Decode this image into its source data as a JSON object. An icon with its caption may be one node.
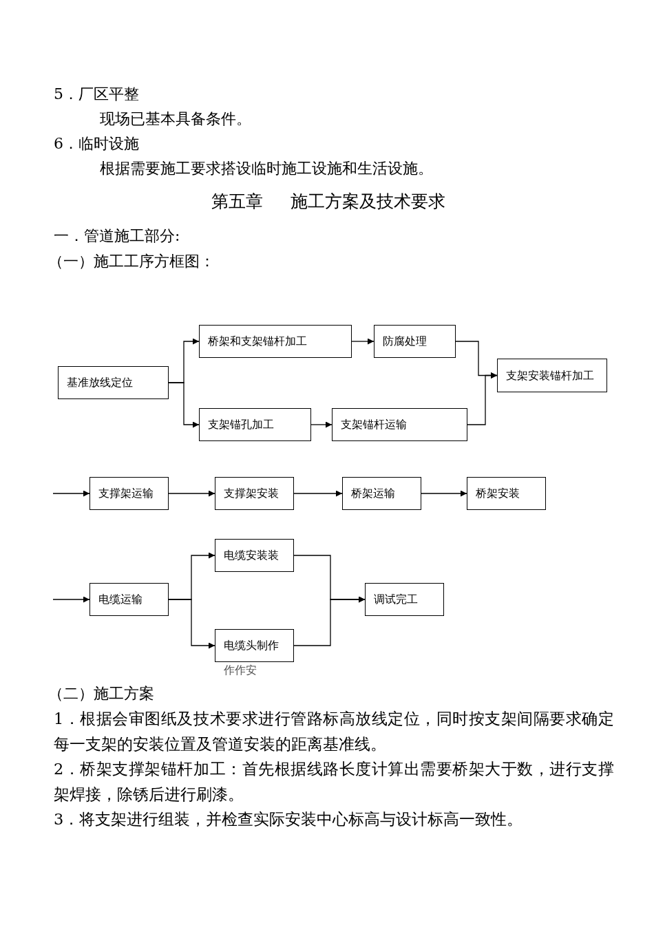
{
  "diagram": {
    "title": "第五章 施工方案及技术要求",
    "nodes": [
      {
        "text": [
          "基准放线定位"
        ]
      },
      {
        "text": [
          "桥架和支架锚杆加工"
        ]
      },
      {
        "text": [
          "防腐处理"
        ]
      },
      {
        "text": [
          "支架锚孔加工"
        ]
      },
      {
        "text": [
          "支架锚杆运输"
        ]
      },
      {
        "text": [
          "支架安装锚杆加工"
        ]
      },
      {
        "text": [
          "支撑架运输"
        ]
      },
      {
        "text": [
          "支撑架安装"
        ]
      },
      {
        "text": [
          "桥架运输"
        ]
      },
      {
        "text": [
          "桥架安装"
        ]
      },
      {
        "text": [
          "电缆运输"
        ]
      },
      {
        "text": [
          "电缆安装装"
        ]
      },
      {
        "text": [
          "电缆头制作"
        ],
        "beside": [
          "作作安"
        ]
      },
      {
        "text": [
          "调试完工"
        ]
      }
    ],
    "edges": [
      {
        "from": 0,
        "to": 1,
        "arrow": "to"
      },
      {
        "from": 0,
        "to": 3,
        "arrow": "to"
      },
      {
        "from": 1,
        "to": 2,
        "arrow": "to"
      },
      {
        "from": 3,
        "to": 4,
        "arrow": "to"
      },
      {
        "from": 2,
        "to": 5,
        "arrow": "to"
      },
      {
        "from": 4,
        "to": 5,
        "arrow": "to"
      },
      {
        "from": null,
        "to": 6,
        "arrow": "to"
      },
      {
        "from": 6,
        "to": 7,
        "arrow": "to"
      },
      {
        "from": 7,
        "to": 8,
        "arrow": "to"
      },
      {
        "from": 8,
        "to": 9,
        "arrow": "to"
      },
      {
        "from": null,
        "to": 10,
        "arrow": "to"
      },
      {
        "from": 10,
        "to": 11,
        "arrow": "to"
      },
      {
        "from": 10,
        "to": 12,
        "arrow": "to"
      },
      {
        "from": 11,
        "to": 13,
        "arrow": "to"
      },
      {
        "from": 12,
        "to": 13,
        "arrow": "to"
      }
    ],
    "labels": [
      "5．厂区平整",
      "现场已基本具备条件。",
      "6．临时设施",
      "根据需要施工要求搭设临时施工设施和生活设施。",
      "一．管道施工部分:",
      "（一）施工工序方框图：",
      "（二）施工方案",
      "1．根据会审图纸及技术要求进行管路标高放线定位，同时按支架间隔要求确定每一支架的安装位置及管道安装的距离基准线。",
      "2．桥架支撑架锚杆加工：首先根据线路长度计算出需要桥架大于数，进行支撑架焊接，除锈后进行刷漆。",
      "3．将支架进行组装，并检查实际安装中心标高与设计标高一致性。"
    ]
  }
}
